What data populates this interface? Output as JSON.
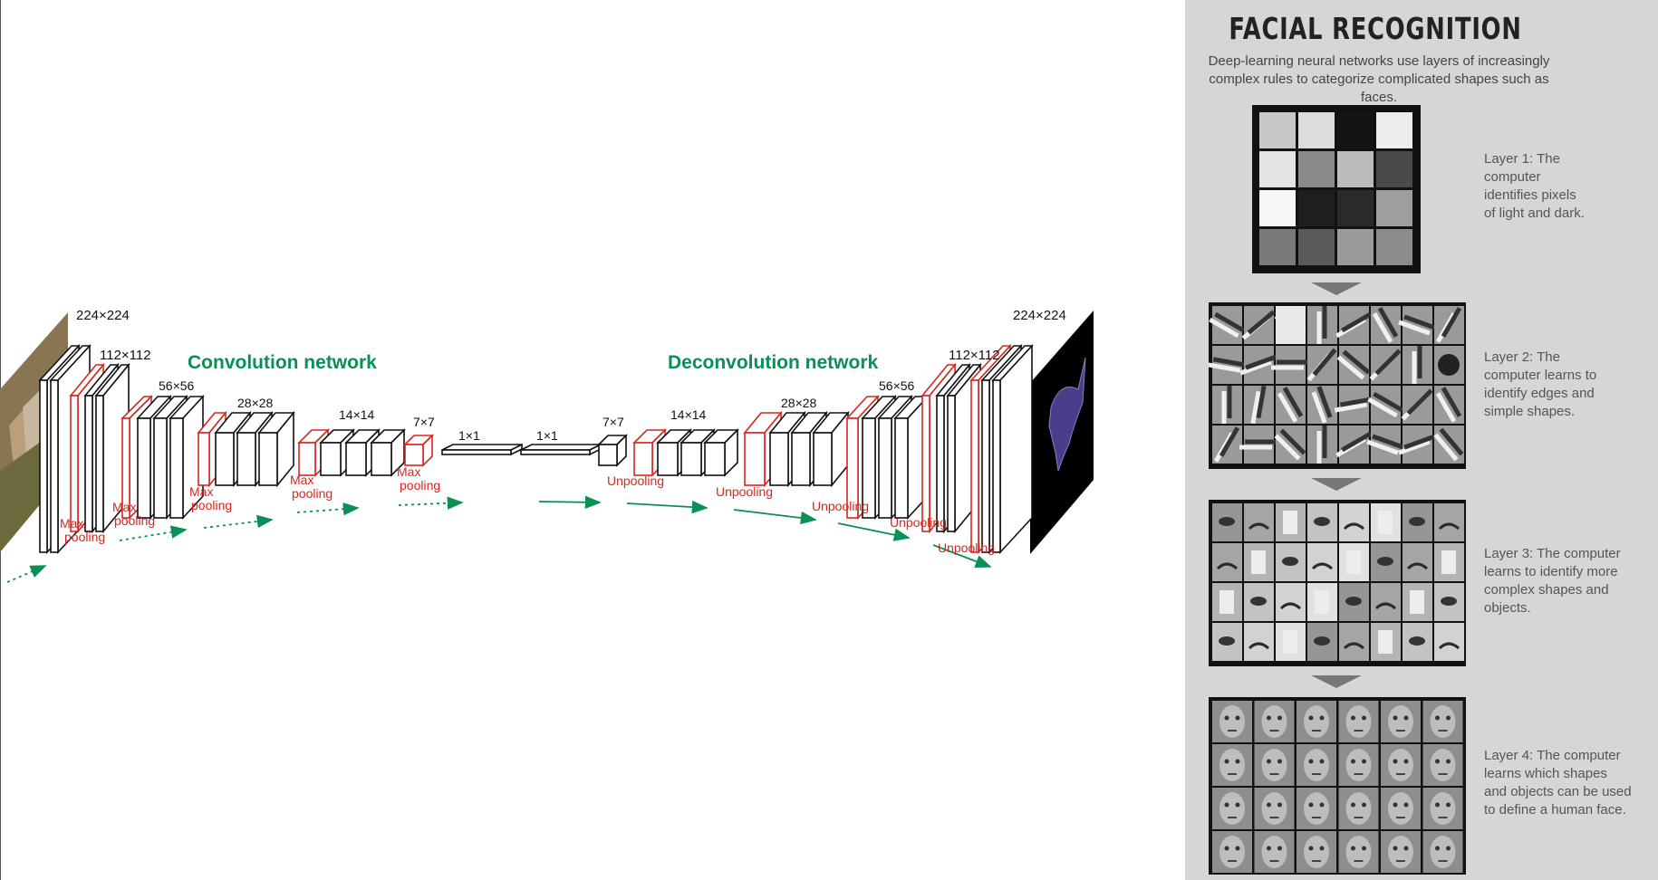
{
  "diagram": {
    "conv_title": "Convolution network",
    "deconv_title": "Deconvolution network",
    "sizes": {
      "s224_left": "224×224",
      "s112_left": "112×112",
      "s56_left": "56×56",
      "s28_left": "28×28",
      "s14_left": "14×14",
      "s7_left": "7×7",
      "s1_a": "1×1",
      "s1_b": "1×1",
      "s7_right": "7×7",
      "s14_right": "14×14",
      "s28_right": "28×28",
      "s56_right": "56×56",
      "s112_right": "112×112",
      "s224_right": "224×224"
    },
    "pool": [
      "Max",
      "pooling"
    ],
    "unpool": "Unpooling",
    "colors": {
      "accent_red": "#d7261e",
      "accent_green": "#0a8f55",
      "mask_purple": "#4a3e8c"
    }
  },
  "panel": {
    "title": "FACIAL RECOGNITION",
    "subtitle": "Deep-learning neural networks use layers of increasingly complex rules to categorize complicated shapes such as faces.",
    "layers": [
      {
        "text": "Layer 1: The\ncomputer\nidentifies pixels\nof light and dark."
      },
      {
        "text": "Layer 2: The\ncomputer learns to\nidentify edges and\nsimple shapes."
      },
      {
        "text": "Layer 3: The computer\nlearns to identify more\ncomplex shapes and\nobjects."
      },
      {
        "text": "Layer 4: The computer\nlearns which shapes\nand objects can be used\nto define a human face."
      }
    ]
  }
}
